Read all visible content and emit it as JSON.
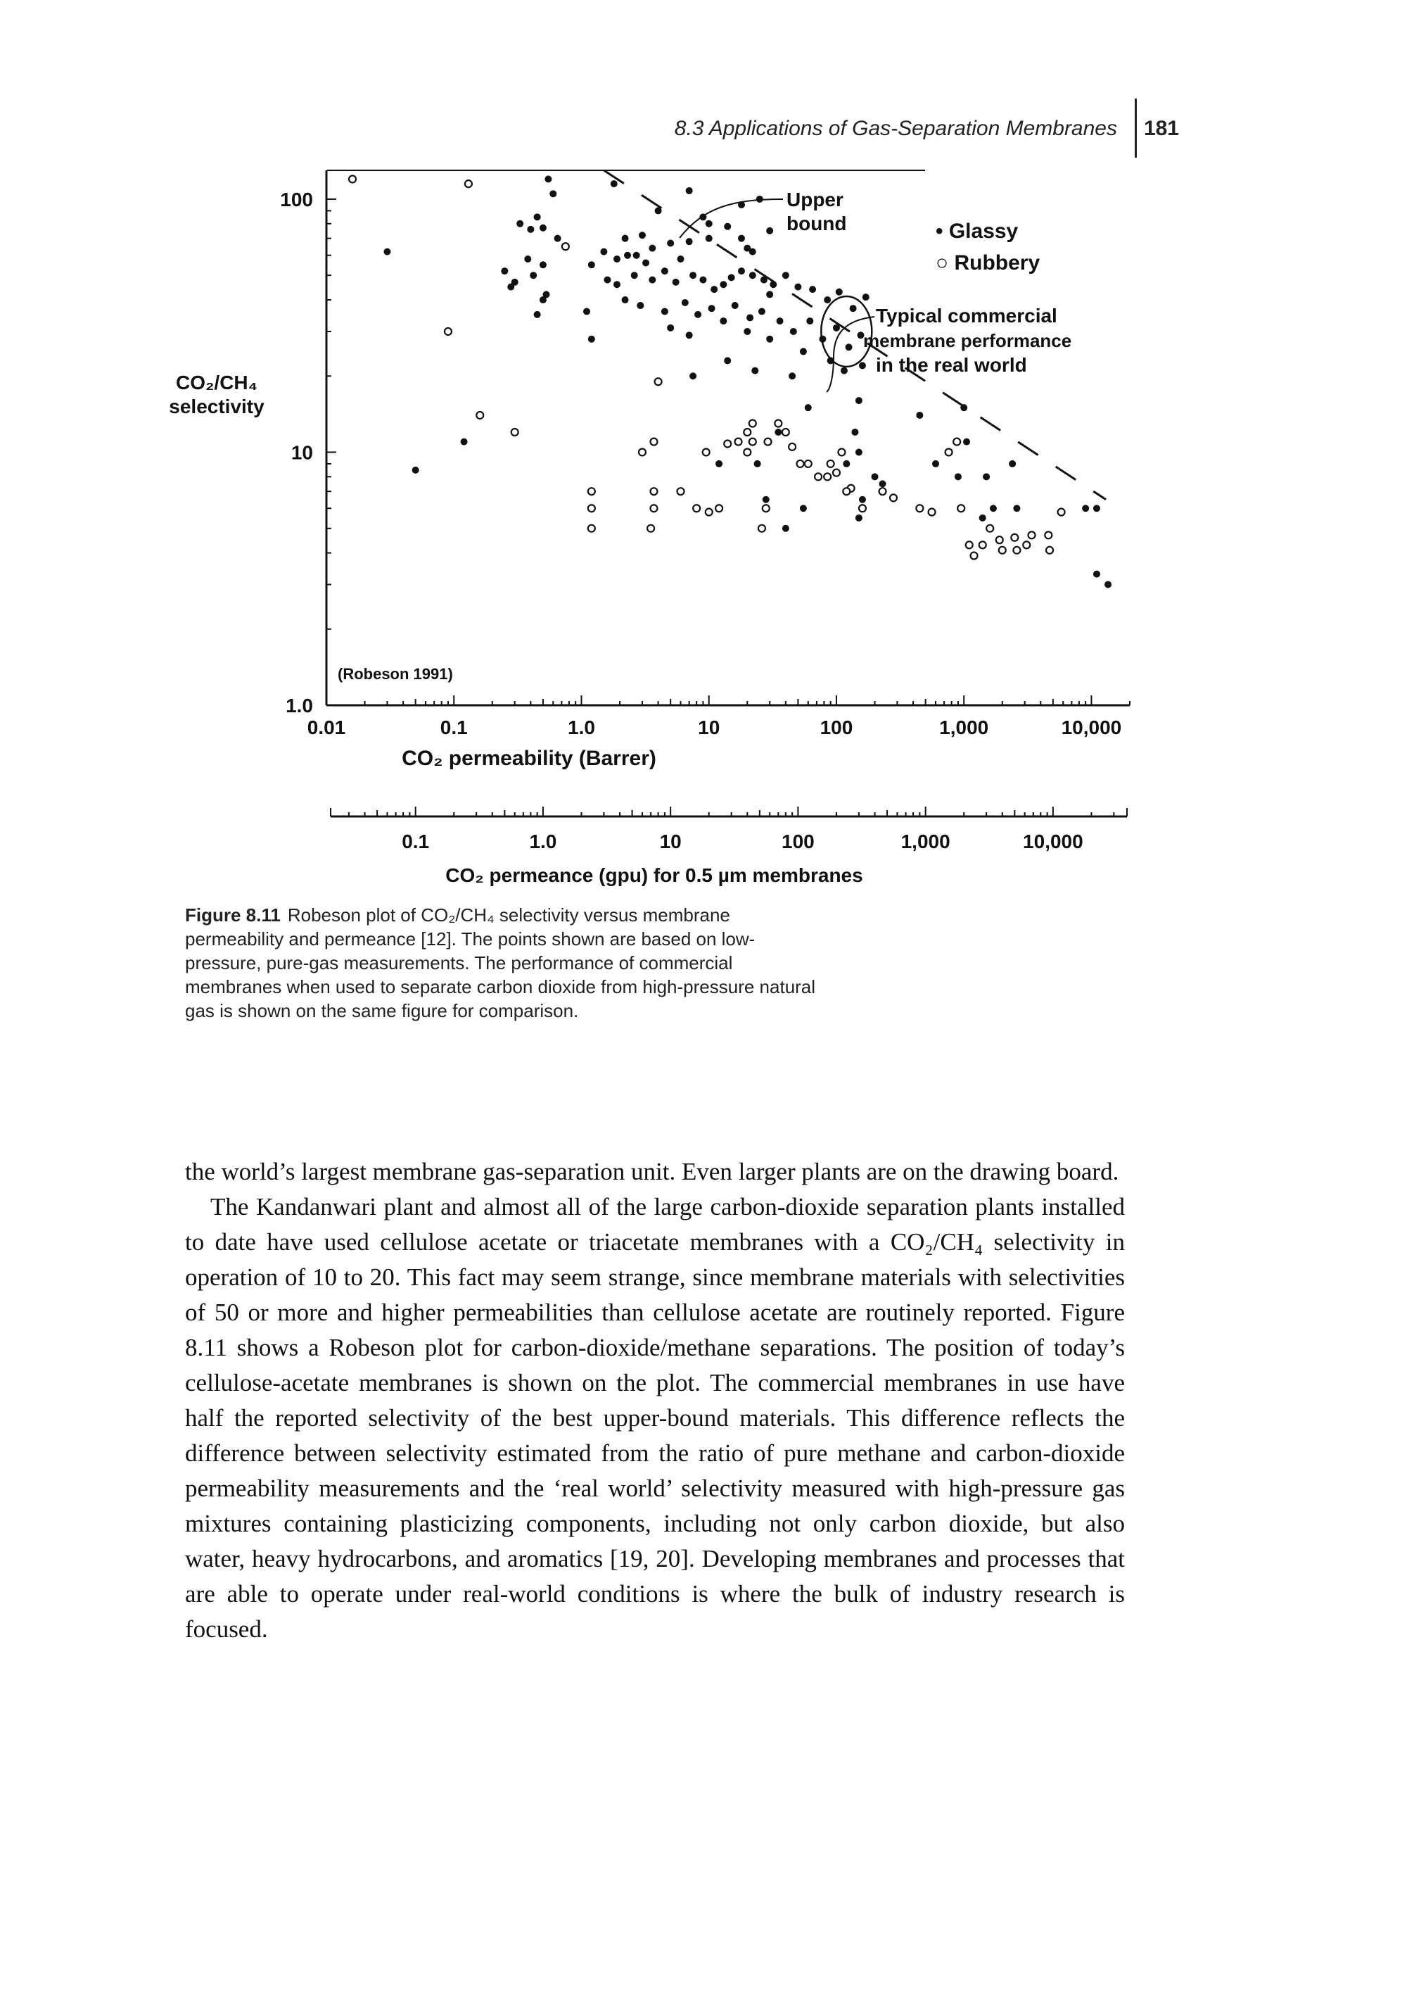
{
  "header": {
    "running_title": "8.3 Applications of Gas-Separation Membranes",
    "page_number": "181"
  },
  "figure": {
    "chart_data": {
      "type": "scatter",
      "x_scale": "log",
      "y_scale": "log",
      "xlim": [
        0.01,
        20000
      ],
      "ylim": [
        1,
        130
      ],
      "xlabel": "CO₂ permeability (Barrer)",
      "x_tick_labels": [
        "0.01",
        "0.1",
        "1.0",
        "10",
        "100",
        "1,000",
        "10,000"
      ],
      "x_ticks": [
        0.01,
        0.1,
        1,
        10,
        100,
        1000,
        10000
      ],
      "ylabel_line1": "CO₂/CH₄",
      "ylabel_line2": "selectivity",
      "y_tick_labels": [
        "100",
        "10",
        "1.0"
      ],
      "y_ticks": [
        100,
        10,
        1
      ],
      "secondary_x_axis": {
        "label": "CO₂ permeance (gpu) for 0.5 µm membranes",
        "tick_labels": [
          "0.1",
          "1.0",
          "10",
          "100",
          "1,000",
          "10,000"
        ],
        "tick_values_barrer": [
          0.05,
          0.5,
          5,
          50,
          500,
          5000
        ]
      },
      "source_note": "(Robeson 1991)",
      "legend": [
        "• Glassy",
        "○ Rubbery"
      ],
      "annotations": {
        "upper_bound": [
          "Upper",
          "bound"
        ],
        "commercial": [
          "Typical commercial",
          "membrane performance",
          "in the real world"
        ]
      },
      "upper_bound_line": [
        [
          1.5,
          130
        ],
        [
          13000,
          6.5
        ]
      ],
      "commercial_region_center": [
        120,
        30
      ],
      "series": [
        {
          "name": "Glassy",
          "marker": "filled",
          "points": [
            [
              0.55,
              120
            ],
            [
              0.6,
              105
            ],
            [
              0.45,
              85
            ],
            [
              0.33,
              80
            ],
            [
              0.4,
              76
            ],
            [
              0.5,
              77
            ],
            [
              0.65,
              70
            ],
            [
              0.03,
              62
            ],
            [
              0.5,
              55
            ],
            [
              0.38,
              58
            ],
            [
              0.25,
              52
            ],
            [
              0.3,
              47
            ],
            [
              0.42,
              50
            ],
            [
              0.28,
              45
            ],
            [
              0.5,
              40
            ],
            [
              0.45,
              35
            ],
            [
              0.53,
              42
            ],
            [
              1.2,
              55
            ],
            [
              1.5,
              62
            ],
            [
              1.9,
              58
            ],
            [
              2.3,
              60
            ],
            [
              3.2,
              56
            ],
            [
              4.5,
              52
            ],
            [
              6,
              58
            ],
            [
              2.6,
              50
            ],
            [
              1.6,
              48
            ],
            [
              1.9,
              46
            ],
            [
              3.6,
              48
            ],
            [
              5.5,
              47
            ],
            [
              7.5,
              50
            ],
            [
              9,
              48
            ],
            [
              11,
              44
            ],
            [
              13,
              46
            ],
            [
              15,
              49
            ],
            [
              18,
              52
            ],
            [
              22,
              50
            ],
            [
              27,
              48
            ],
            [
              32,
              46
            ],
            [
              40,
              50
            ],
            [
              50,
              45
            ],
            [
              65,
              44
            ],
            [
              85,
              40
            ],
            [
              105,
              43
            ],
            [
              135,
              37
            ],
            [
              170,
              41
            ],
            [
              2.2,
              40
            ],
            [
              2.9,
              38
            ],
            [
              4.5,
              36
            ],
            [
              6.5,
              39
            ],
            [
              8.2,
              35
            ],
            [
              10.5,
              37
            ],
            [
              13,
              33
            ],
            [
              16,
              38
            ],
            [
              21,
              34
            ],
            [
              26,
              36
            ],
            [
              36,
              33
            ],
            [
              46,
              30
            ],
            [
              62,
              33
            ],
            [
              78,
              28
            ],
            [
              100,
              31
            ],
            [
              125,
              26
            ],
            [
              155,
              29
            ],
            [
              1.1,
              36
            ],
            [
              1.2,
              28
            ],
            [
              5,
              31
            ],
            [
              7,
              29
            ],
            [
              20,
              30
            ],
            [
              30,
              28
            ],
            [
              55,
              25
            ],
            [
              90,
              23
            ],
            [
              115,
              21
            ],
            [
              160,
              22
            ],
            [
              7.5,
              20
            ],
            [
              14,
              23
            ],
            [
              23,
              21
            ],
            [
              45,
              20
            ],
            [
              14,
              78
            ],
            [
              18,
              70
            ],
            [
              20,
              64
            ],
            [
              22,
              62
            ],
            [
              10,
              70
            ],
            [
              7,
              68
            ],
            [
              5,
              67
            ],
            [
              3,
              72
            ],
            [
              2.2,
              70
            ],
            [
              2.7,
              60
            ],
            [
              3.6,
              64
            ],
            [
              25,
              100
            ],
            [
              10,
              80
            ],
            [
              30,
              75
            ],
            [
              150,
              16
            ],
            [
              60,
              15
            ],
            [
              35,
              12
            ],
            [
              12,
              9
            ],
            [
              24,
              9
            ],
            [
              28,
              6.5
            ],
            [
              55,
              6
            ],
            [
              40,
              5
            ],
            [
              140,
              12
            ],
            [
              150,
              10
            ],
            [
              200,
              8
            ],
            [
              160,
              6.5
            ],
            [
              150,
              5.5
            ],
            [
              120,
              9
            ],
            [
              230,
              7.5
            ],
            [
              450,
              14
            ],
            [
              600,
              9
            ],
            [
              1000,
              15
            ],
            [
              1050,
              11
            ],
            [
              1500,
              8
            ],
            [
              1700,
              6
            ],
            [
              2400,
              9
            ],
            [
              1400,
              5.5
            ],
            [
              9000,
              6
            ],
            [
              11000,
              6
            ],
            [
              13500,
              3
            ],
            [
              11000,
              3.3
            ],
            [
              900,
              8
            ],
            [
              2600,
              6
            ],
            [
              0.12,
              11
            ],
            [
              0.05,
              8.5
            ],
            [
              1.8,
              115
            ],
            [
              7,
              108
            ],
            [
              18,
              95
            ],
            [
              4,
              90
            ],
            [
              9,
              85
            ],
            [
              30,
              42
            ]
          ]
        },
        {
          "name": "Rubbery",
          "marker": "open",
          "points": [
            [
              0.016,
              120
            ],
            [
              0.13,
              115
            ],
            [
              0.09,
              30
            ],
            [
              0.16,
              14
            ],
            [
              0.3,
              12
            ],
            [
              4,
              19
            ],
            [
              1.2,
              7
            ],
            [
              1.2,
              6
            ],
            [
              1.2,
              5
            ],
            [
              3,
              10
            ],
            [
              3.7,
              11
            ],
            [
              3.7,
              7
            ],
            [
              3.7,
              6
            ],
            [
              3.5,
              5
            ],
            [
              6,
              7
            ],
            [
              8,
              6
            ],
            [
              10,
              5.8
            ],
            [
              12,
              6
            ],
            [
              9.5,
              10
            ],
            [
              14,
              10.8
            ],
            [
              17,
              11
            ],
            [
              20,
              12
            ],
            [
              22,
              13
            ],
            [
              22,
              11
            ],
            [
              20,
              10
            ],
            [
              29,
              11
            ],
            [
              35,
              13
            ],
            [
              28,
              6
            ],
            [
              26,
              5
            ],
            [
              40,
              12
            ],
            [
              45,
              10.5
            ],
            [
              52,
              9
            ],
            [
              60,
              9
            ],
            [
              72,
              8
            ],
            [
              110,
              10
            ],
            [
              90,
              9
            ],
            [
              85,
              8
            ],
            [
              100,
              8.3
            ],
            [
              130,
              7.2
            ],
            [
              160,
              6
            ],
            [
              120,
              7
            ],
            [
              230,
              7
            ],
            [
              280,
              6.6
            ],
            [
              450,
              6
            ],
            [
              560,
              5.8
            ],
            [
              760,
              10
            ],
            [
              880,
              11
            ],
            [
              950,
              6
            ],
            [
              1600,
              5
            ],
            [
              5800,
              5.8
            ],
            [
              1900,
              4.5
            ],
            [
              2500,
              4.6
            ],
            [
              2000,
              4.1
            ],
            [
              2600,
              4.1
            ],
            [
              3100,
              4.3
            ],
            [
              3400,
              4.7
            ],
            [
              1400,
              4.3
            ],
            [
              1100,
              4.3
            ],
            [
              1200,
              3.9
            ],
            [
              4600,
              4.7
            ],
            [
              4700,
              4.1
            ],
            [
              0.75,
              65
            ]
          ]
        }
      ]
    }
  },
  "caption": {
    "label": "Figure 8.11",
    "text": "Robeson plot of CO₂/CH₄ selectivity versus membrane permeability and permeance [12]. The points shown are based on low-pressure, pure-gas measurements. The performance of commercial membranes when used to separate carbon dioxide from high-pressure natural gas is shown on the same figure for comparison."
  },
  "body": {
    "paragraph_1": "the world’s largest membrane gas-separation unit. Even larger plants are on the drawing board.",
    "paragraph_2": "The Kandanwari plant and almost all of the large carbon-dioxide separation plants installed to date have used cellulose acetate or triacetate membranes with a CO₂/CH₄ selectivity in operation of 10 to 20. This fact may seem strange, since membrane materials with selectivities of 50 or more and higher permeabilities than cellulose acetate are routinely reported. Figure 8.11 shows a Robeson plot for carbon-dioxide/methane separations. The position of today’s cellulose-acetate membranes is shown on the plot. The commercial membranes in use have half the reported selectivity of the best upper-bound materials. This difference reflects the difference between selectivity estimated from the ratio of pure methane and carbon-dioxide permeability measurements and the ‘real world’ selectivity measured with high-pressure gas mixtures containing plasticizing components, including not only carbon dioxide, but also water, heavy hydrocarbons, and aromatics [19, 20]. Developing membranes and processes that are able to operate under real-world conditions is where the bulk of industry research is focused."
  }
}
